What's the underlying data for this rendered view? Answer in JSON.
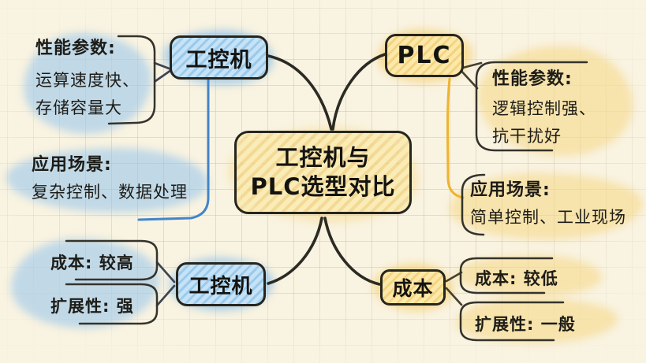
{
  "diagram": {
    "kind": "mindmap-comparison",
    "center_node": {
      "line1": "工控机与",
      "line2": "PLC选型对比"
    },
    "left_branch": {
      "top_node": "工控机",
      "performance": {
        "title": "性能参数:",
        "line1": "运算速度快、",
        "line2": "存储容量大"
      },
      "application": {
        "title": "应用场景:",
        "line1": "复杂控制、数据处理"
      },
      "bottom_node": "工控机",
      "cost": "成本: 较高",
      "expandability": "扩展性: 强"
    },
    "right_branch": {
      "top_node": "PLC",
      "performance": {
        "title": "性能参数:",
        "line1": "逻辑控制强、",
        "line2": "抗干扰好"
      },
      "application": {
        "title": "应用场景:",
        "line1": "简单控制、工业现场"
      },
      "bottom_node": "成本",
      "cost": "成本: 较低",
      "expandability": "扩展性: 一般"
    },
    "colors": {
      "background": "#f9f3e1",
      "ink": "#2b2a23",
      "blue_branch_line": "#4285c9",
      "yellow_branch_line": "#eeb42c",
      "blue_node_fill": "#c6e2f7",
      "yellow_node_fill": "#fce9a9",
      "center_node_fill": "#faecb6"
    }
  }
}
